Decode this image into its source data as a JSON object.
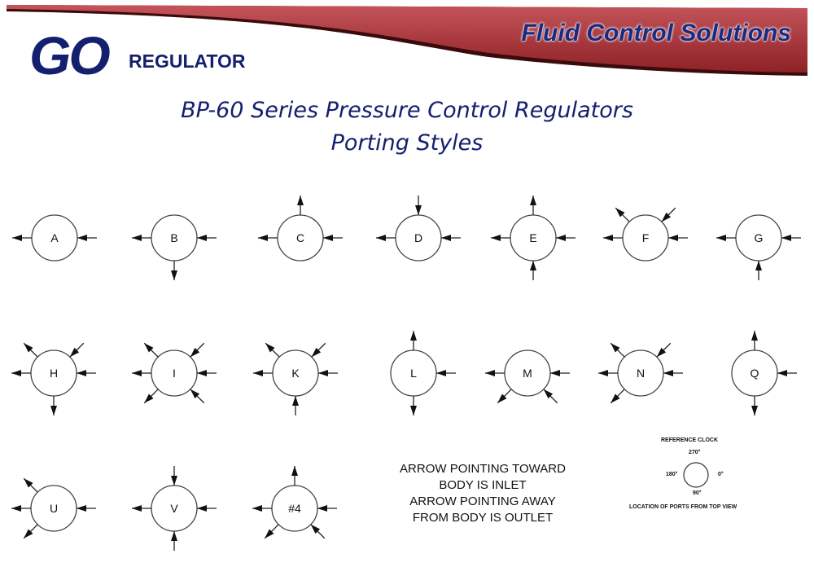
{
  "header": {
    "logo_go": "GO",
    "logo_regulator": "REGULATOR",
    "tagline": "Fluid Control Solutions",
    "band_color": "#a32f33"
  },
  "title": {
    "line1": "BP-60 Series Pressure Control Regulators",
    "line2": "Porting Styles"
  },
  "styles": [
    {
      "label": "A",
      "ports": [
        [
          180,
          "out"
        ],
        [
          0,
          "in"
        ]
      ]
    },
    {
      "label": "B",
      "ports": [
        [
          180,
          "out"
        ],
        [
          0,
          "in"
        ],
        [
          90,
          "out"
        ]
      ]
    },
    {
      "label": "C",
      "ports": [
        [
          180,
          "out"
        ],
        [
          0,
          "in"
        ],
        [
          270,
          "out"
        ]
      ]
    },
    {
      "label": "D",
      "ports": [
        [
          180,
          "out"
        ],
        [
          0,
          "in"
        ],
        [
          270,
          "in"
        ]
      ]
    },
    {
      "label": "E",
      "ports": [
        [
          180,
          "out"
        ],
        [
          0,
          "in"
        ],
        [
          270,
          "out"
        ],
        [
          90,
          "in"
        ]
      ]
    },
    {
      "label": "F",
      "ports": [
        [
          180,
          "out"
        ],
        [
          0,
          "in"
        ],
        [
          225,
          "out"
        ],
        [
          315,
          "in"
        ]
      ]
    },
    {
      "label": "G",
      "ports": [
        [
          180,
          "out"
        ],
        [
          0,
          "in"
        ],
        [
          90,
          "in"
        ]
      ]
    },
    {
      "label": "H",
      "ports": [
        [
          180,
          "out"
        ],
        [
          0,
          "in"
        ],
        [
          225,
          "out"
        ],
        [
          315,
          "in"
        ],
        [
          90,
          "out"
        ]
      ]
    },
    {
      "label": "I",
      "ports": [
        [
          180,
          "out"
        ],
        [
          0,
          "in"
        ],
        [
          225,
          "out"
        ],
        [
          315,
          "in"
        ],
        [
          135,
          "out"
        ],
        [
          45,
          "in"
        ]
      ]
    },
    {
      "label": "K",
      "ports": [
        [
          180,
          "out"
        ],
        [
          0,
          "in"
        ],
        [
          225,
          "out"
        ],
        [
          315,
          "in"
        ],
        [
          90,
          "in"
        ]
      ]
    },
    {
      "label": "L",
      "ports": [
        [
          0,
          "in"
        ],
        [
          270,
          "out"
        ],
        [
          90,
          "out"
        ]
      ]
    },
    {
      "label": "M",
      "ports": [
        [
          180,
          "out"
        ],
        [
          0,
          "in"
        ],
        [
          135,
          "out"
        ],
        [
          45,
          "in"
        ]
      ]
    },
    {
      "label": "N",
      "ports": [
        [
          180,
          "out"
        ],
        [
          0,
          "in"
        ],
        [
          225,
          "out"
        ],
        [
          315,
          "in"
        ],
        [
          135,
          "out"
        ]
      ]
    },
    {
      "label": "Q",
      "ports": [
        [
          0,
          "in"
        ],
        [
          270,
          "out"
        ],
        [
          90,
          "out"
        ]
      ]
    },
    {
      "label": "U",
      "ports": [
        [
          180,
          "out"
        ],
        [
          0,
          "in"
        ],
        [
          225,
          "out"
        ],
        [
          135,
          "out"
        ]
      ]
    },
    {
      "label": "V",
      "ports": [
        [
          180,
          "out"
        ],
        [
          0,
          "in"
        ],
        [
          270,
          "in"
        ],
        [
          90,
          "in"
        ]
      ]
    },
    {
      "label": "#4",
      "ports": [
        [
          180,
          "out"
        ],
        [
          0,
          "in"
        ],
        [
          270,
          "out"
        ],
        [
          135,
          "out"
        ],
        [
          45,
          "in"
        ]
      ]
    }
  ],
  "legend": {
    "line1": "ARROW POINTING TOWARD",
    "line2": "BODY IS INLET",
    "line3": "ARROW POINTING AWAY",
    "line4": "FROM BODY IS OUTLET"
  },
  "reference_clock": {
    "title": "REFERENCE CLOCK",
    "top": "270°",
    "left": "180°",
    "right": "0°",
    "bottom": "90°",
    "caption": "LOCATION OF PORTS FROM TOP VIEW"
  }
}
